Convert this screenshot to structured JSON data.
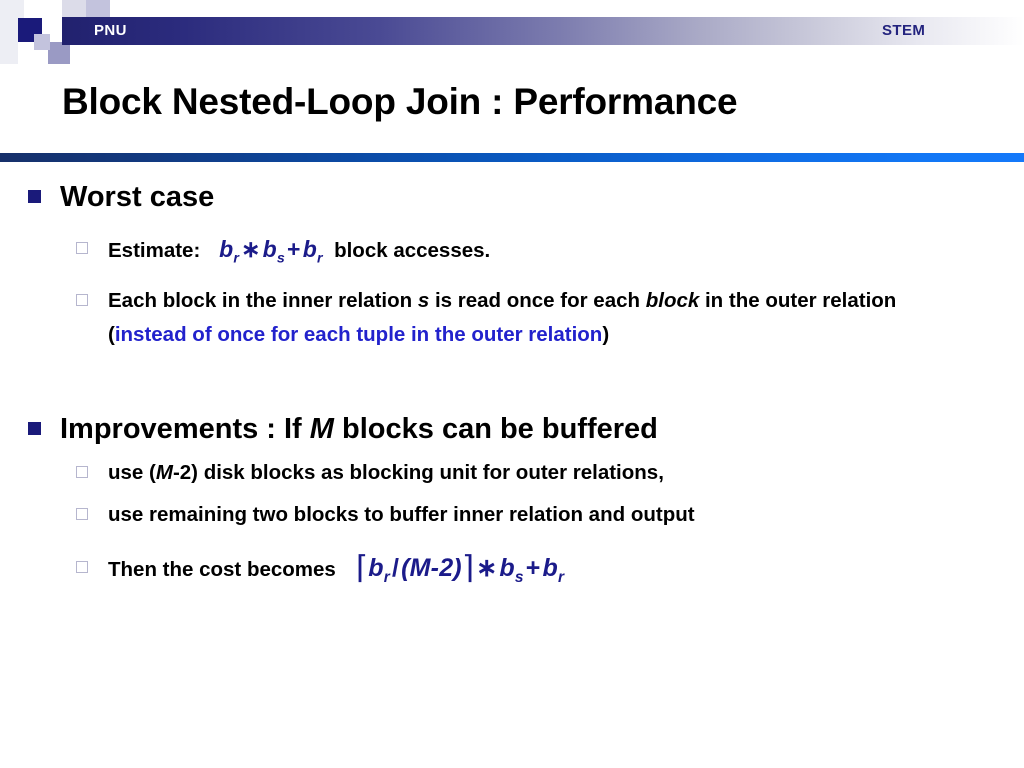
{
  "header": {
    "banner_left_label": "PNU",
    "banner_right_label": "STEM",
    "accent_navy": "#1a1a7a",
    "accent_blue": "#1479fa"
  },
  "title": "Block Nested-Loop Join : Performance",
  "body": {
    "section1": {
      "heading": "Worst case",
      "item1": {
        "lead": "Estimate:",
        "formula": {
          "b1": "b",
          "b1_sub": "r",
          "op1": "∗",
          "b2": "b",
          "b2_sub": "s",
          "op2": "+",
          "b3": "b",
          "b3_sub": "r"
        },
        "tail": "block accesses."
      },
      "item2": {
        "part1": "Each block in the inner relation ",
        "italic1": "s",
        "part2": " is read once for each ",
        "italic2": "block",
        "part3": " in the outer relation (",
        "highlight": "instead of once for each tuple in the outer relation",
        "part4": ")"
      }
    },
    "section2": {
      "heading_pre": "Improvements : If ",
      "heading_italic": "M",
      "heading_post": " blocks can be buffered",
      "item1_pre": "use (",
      "item1_italic": "M",
      "item1_post": "-2) disk blocks as blocking unit for outer relations,",
      "item2": "use remaining two blocks to buffer inner relation and output",
      "item3_lead": "Then the cost becomes",
      "item3_formula": {
        "ceil_open": "⌈",
        "b1": "b",
        "b1_sub": "r",
        "div": "/",
        "paren": "(M-2)",
        "ceil_close": "⌉",
        "op1": "∗",
        "b2": "b",
        "b2_sub": "s",
        "op2": "+",
        "b3": "b",
        "b3_sub": "r"
      }
    }
  }
}
